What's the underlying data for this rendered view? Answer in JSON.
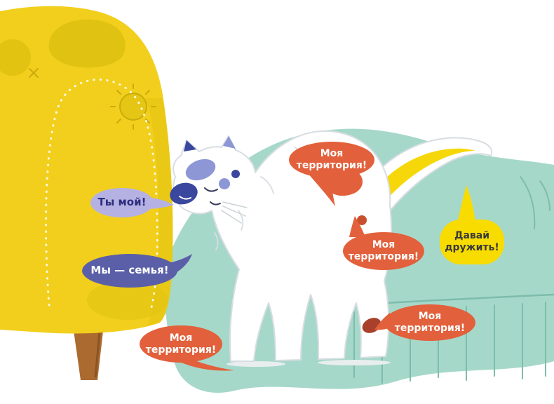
{
  "illustration": {
    "subject": "cat-rubbing-armchair-territory-marking",
    "scene_elements": [
      "armchair",
      "chair-leg",
      "white-cat",
      "meadow-wave",
      "fence"
    ]
  },
  "bubbles": [
    {
      "id": "ty-moy",
      "text": "Ты мой!",
      "color": "#b5b2e3",
      "text_color": "#2e2e7e"
    },
    {
      "id": "my-semya",
      "text": "Мы — семья!",
      "color": "#5a5fa8",
      "text_color": "#ffffff"
    },
    {
      "id": "territory-top",
      "text": "Моя территория!",
      "color": "#e2603b",
      "text_color": "#ffffff"
    },
    {
      "id": "territory-mid",
      "text": "Моя территория!",
      "color": "#e2603b",
      "text_color": "#ffffff"
    },
    {
      "id": "territory-backpaw",
      "text": "Моя территория!",
      "color": "#e2603b",
      "text_color": "#ffffff"
    },
    {
      "id": "territory-frontpaw",
      "text": "Моя территория!",
      "color": "#e2603b",
      "text_color": "#ffffff"
    },
    {
      "id": "davay-druzhit",
      "text": "Давай дружить!",
      "color": "#f8dc00",
      "text_color": "#3a3a3a"
    }
  ],
  "colors": {
    "background": "#ffffff",
    "meadow_wave": "#a6d8c9",
    "fence_line": "#7dbcab",
    "chair": "#f2cf1c",
    "chair_shade": "#ddbf10",
    "chair_leg": "#aa6a30",
    "cat_body": "#ffffff",
    "cat_outline": "#d8dde2",
    "face_patch_navy": "#3a479e",
    "face_patch_periwinkle": "#8d97d6",
    "tail_stripe_yellow": "#f6d70a",
    "back_patch_orange": "#e2603b",
    "paw_spot_red": "#a8402c"
  }
}
